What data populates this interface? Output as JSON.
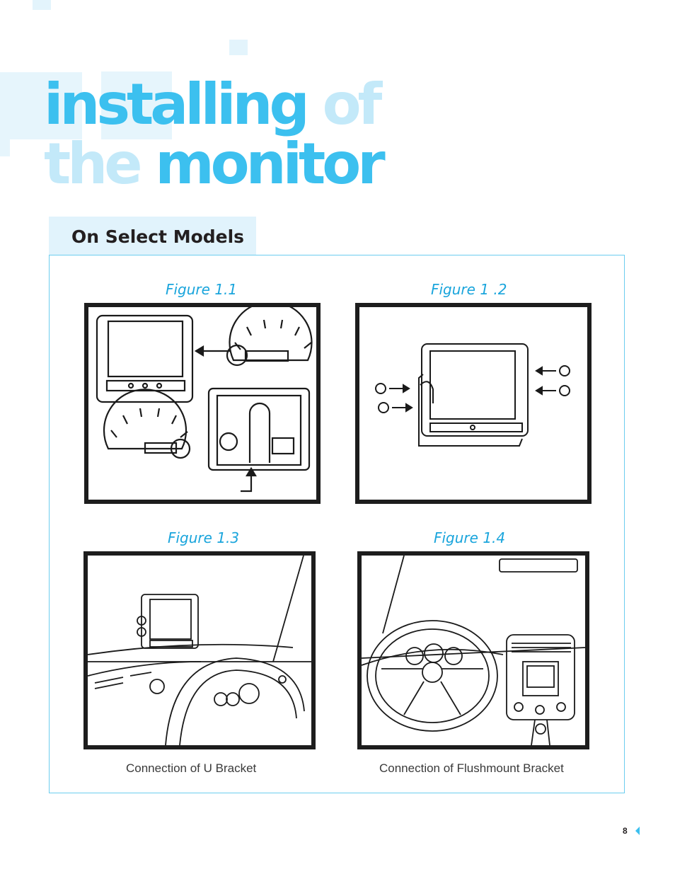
{
  "title": {
    "line1_word1": "installing",
    "line1_word2": "of",
    "line2_word1": "the",
    "line2_word2": "monitor"
  },
  "section": {
    "label": "On Select Models"
  },
  "figures": [
    {
      "label": "Figure 1.1"
    },
    {
      "label": "Figure 1 .2"
    },
    {
      "label": "Figure 1.3"
    },
    {
      "label": "Figure 1.4"
    }
  ],
  "captions": {
    "left": "Connection of U Bracket",
    "right": "Connection of Flushmount Bracket"
  },
  "page": {
    "number": "8"
  },
  "colors": {
    "accent": "#3cc0ef",
    "accent_light": "#c3e9f9",
    "tab_bg": "#e1f3fc",
    "border": "#6ccdef",
    "figure_label": "#1aa5dc"
  }
}
